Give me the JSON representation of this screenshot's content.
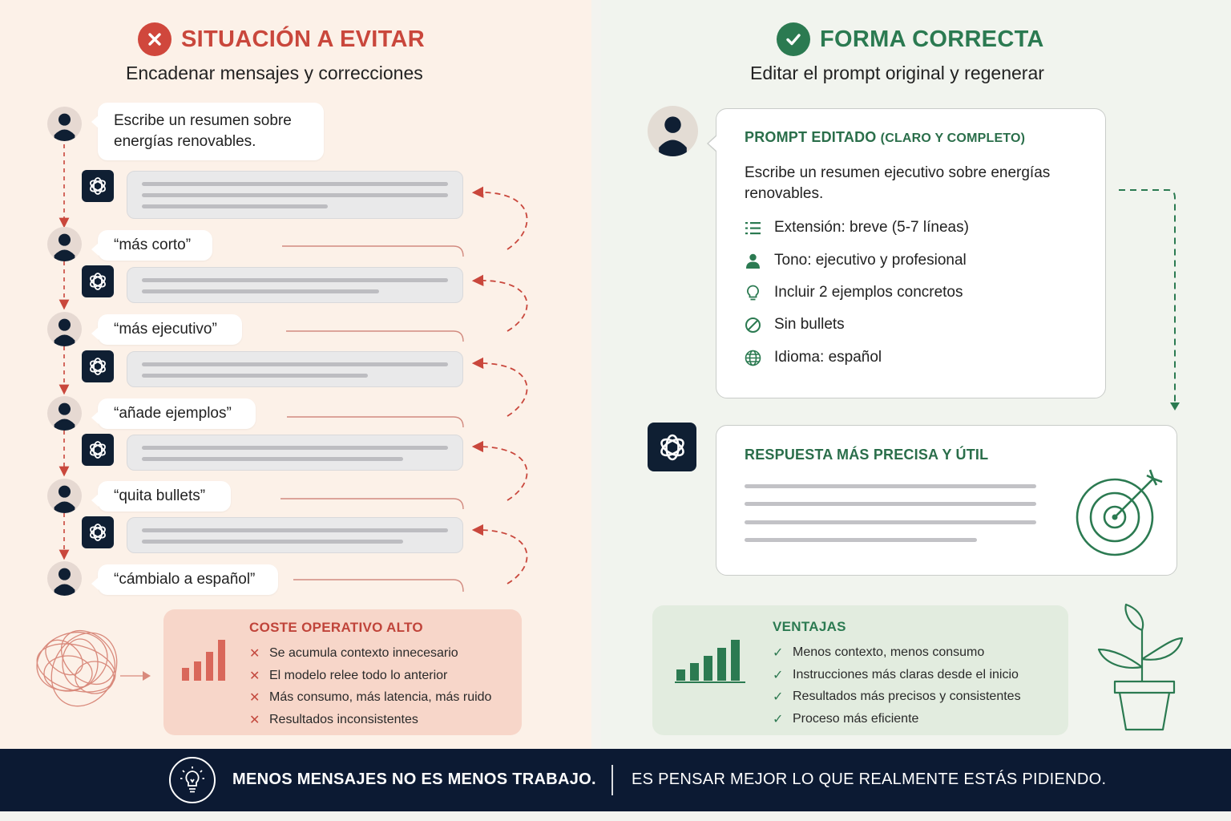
{
  "left": {
    "title": "SITUACIÓN A EVITAR",
    "subtitle": "Encadenar mensajes y correcciones",
    "messages": [
      "Escribe un resumen sobre energías renovables.",
      "“más corto”",
      "“más ejecutivo”",
      "“añade ejemplos”",
      "“quita bullets”",
      "“cámbialo a español”"
    ],
    "cost": {
      "title": "COSTE OPERATIVO ALTO",
      "items": [
        "Se acumula contexto innecesario",
        "El modelo relee todo lo anterior",
        "Más consumo, más latencia, más ruido",
        "Resultados inconsistentes"
      ]
    }
  },
  "right": {
    "title": "FORMA CORRECTA",
    "subtitle": "Editar el prompt original y regenerar",
    "prompt": {
      "head_main": "PROMPT EDITADO",
      "head_sub": "(CLARO Y COMPLETO)",
      "text": "Escribe un resumen ejecutivo sobre energías renovables.",
      "specs": [
        {
          "icon": "list-icon",
          "text": "Extensión: breve (5-7 líneas)"
        },
        {
          "icon": "person-icon",
          "text": "Tono: ejecutivo y profesional"
        },
        {
          "icon": "lightbulb-icon",
          "text": "Incluir 2 ejemplos concretos"
        },
        {
          "icon": "prohibited-icon",
          "text": "Sin bullets"
        },
        {
          "icon": "globe-icon",
          "text": "Idioma: español"
        }
      ]
    },
    "answer_title": "RESPUESTA MÁS PRECISA Y ÚTIL",
    "advantages": {
      "title": "VENTAJAS",
      "items": [
        "Menos contexto, menos consumo",
        "Instrucciones más claras desde el inicio",
        "Resultados más precisos y consistentes",
        "Proceso más eficiente"
      ]
    }
  },
  "footer": {
    "bold_message": "MENOS MENSAJES NO ES MENOS TRABAJO.",
    "message": "ES PENSAR MEJOR LO QUE REALMENTE ESTÁS PIDIENDO."
  },
  "colors": {
    "red": "#c9473c",
    "green": "#2b7a51",
    "navy": "#0c1a33"
  }
}
